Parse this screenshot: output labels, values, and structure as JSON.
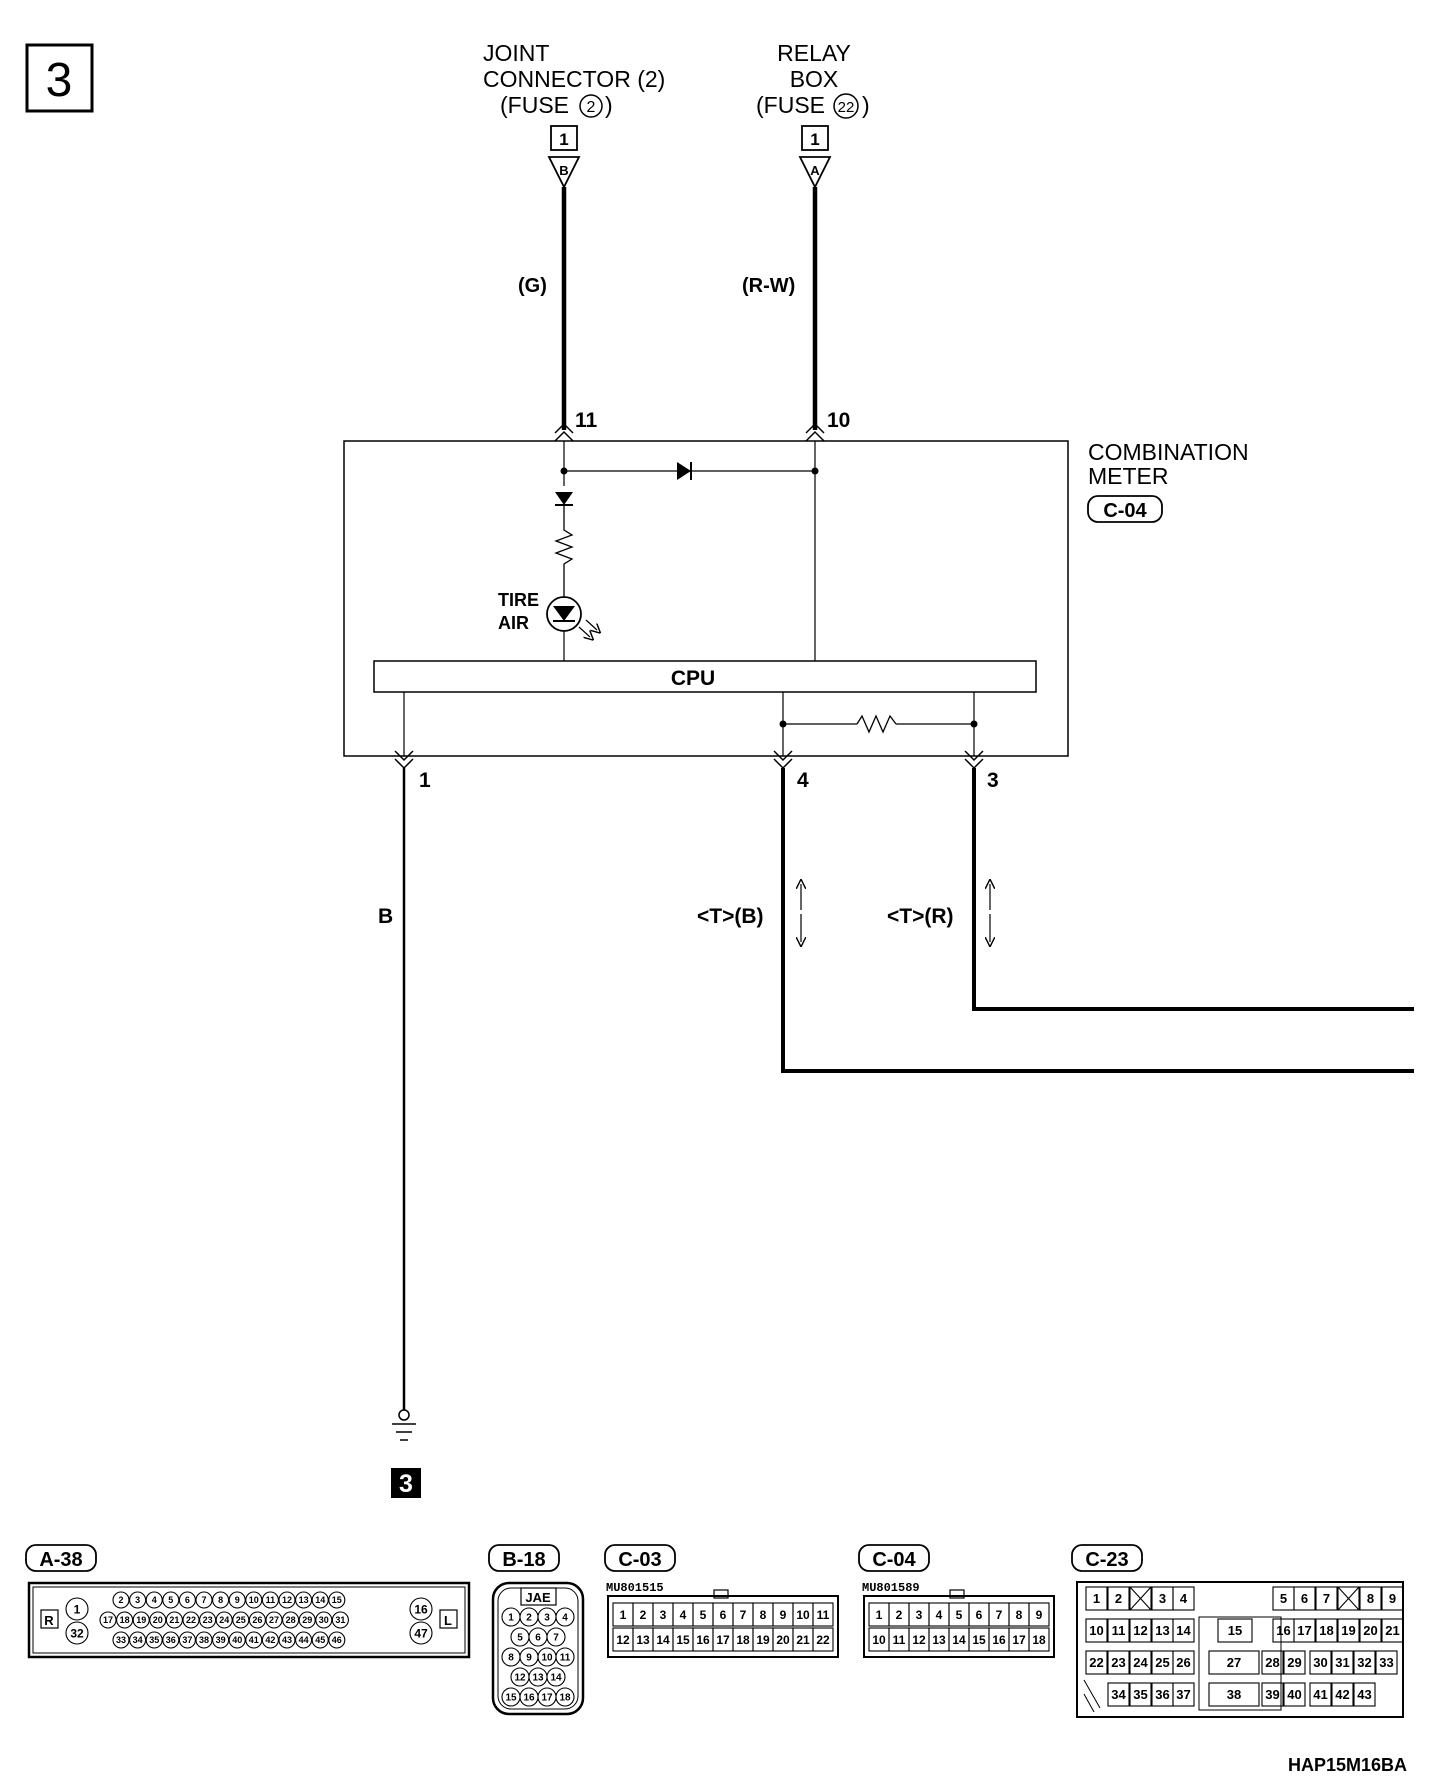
{
  "page_number": "3",
  "joint_connector": {
    "line1": "JOINT",
    "line2": "CONNECTOR (2)",
    "fuse_prefix": "(FUSE",
    "fuse_num": "2",
    "fuse_suffix": ")",
    "box_pin": "1",
    "triangle_letter": "B",
    "wire_color": "(G)",
    "meter_pin": "11"
  },
  "relay_box": {
    "line1": "RELAY",
    "line2": "BOX",
    "fuse_prefix": "(FUSE",
    "fuse_num": "22",
    "fuse_suffix": ")",
    "box_pin": "1",
    "triangle_letter": "A",
    "wire_color": "(R-W)",
    "meter_pin": "10"
  },
  "meter": {
    "name_line1": "COMBINATION",
    "name_line2": "METER",
    "connector_id": "C-04",
    "lamp_line1": "TIRE",
    "lamp_line2": "AIR",
    "cpu_label": "CPU"
  },
  "outputs": [
    {
      "pin": "1",
      "wire": "B"
    },
    {
      "pin": "4",
      "wire": "<T>(B)"
    },
    {
      "pin": "3",
      "wire": "<T>(R)"
    }
  ],
  "ground_id": "3",
  "connectors": {
    "a38": {
      "id": "A-38",
      "side_left": "R",
      "side_right": "L",
      "row1": [
        "2",
        "3",
        "4",
        "5",
        "6",
        "7",
        "8",
        "9",
        "10",
        "11",
        "12",
        "13",
        "14",
        "15"
      ],
      "row2": [
        "17",
        "18",
        "19",
        "20",
        "21",
        "22",
        "23",
        "24",
        "25",
        "26",
        "27",
        "28",
        "29",
        "30",
        "31"
      ],
      "row3": [
        "33",
        "34",
        "35",
        "36",
        "37",
        "38",
        "39",
        "40",
        "41",
        "42",
        "43",
        "44",
        "45",
        "46"
      ],
      "left_pins": [
        "1",
        "32"
      ],
      "right_pins": [
        "16",
        "47"
      ]
    },
    "b18": {
      "id": "B-18",
      "maker": "JAE",
      "rows": [
        [
          "1",
          "2",
          "3",
          "4"
        ],
        [
          "5",
          "6",
          "7"
        ],
        [
          "8",
          "9",
          "10",
          "11"
        ],
        [
          "12",
          "13",
          "14"
        ],
        [
          "15",
          "16",
          "17",
          "18"
        ]
      ]
    },
    "c03": {
      "id": "C-03",
      "part": "MU801515",
      "row1": [
        "1",
        "2",
        "3",
        "4",
        "5",
        "6",
        "7",
        "8",
        "9",
        "10",
        "11"
      ],
      "row2": [
        "12",
        "13",
        "14",
        "15",
        "16",
        "17",
        "18",
        "19",
        "20",
        "21",
        "22"
      ]
    },
    "c04": {
      "id": "C-04",
      "part": "MU801589",
      "row1": [
        "1",
        "2",
        "3",
        "4",
        "5",
        "6",
        "7",
        "8",
        "9"
      ],
      "row2": [
        "10",
        "11",
        "12",
        "13",
        "14",
        "15",
        "16",
        "17",
        "18"
      ]
    },
    "c23": {
      "id": "C-23",
      "row1": [
        "1",
        "2",
        "",
        "3",
        "4",
        "5",
        "6",
        "7",
        "",
        "8",
        "9"
      ],
      "row2": [
        "10",
        "11",
        "12",
        "13",
        "14",
        "15",
        "16",
        "17",
        "18",
        "19",
        "20",
        "21"
      ],
      "row3": [
        "22",
        "23",
        "24",
        "25",
        "26",
        "27",
        "28",
        "29",
        "30",
        "31",
        "32",
        "33"
      ],
      "row4": [
        "34",
        "35",
        "36",
        "37",
        "38",
        "39",
        "40",
        "41",
        "42",
        "43"
      ]
    }
  },
  "footer_code": "HAP15M16BA"
}
